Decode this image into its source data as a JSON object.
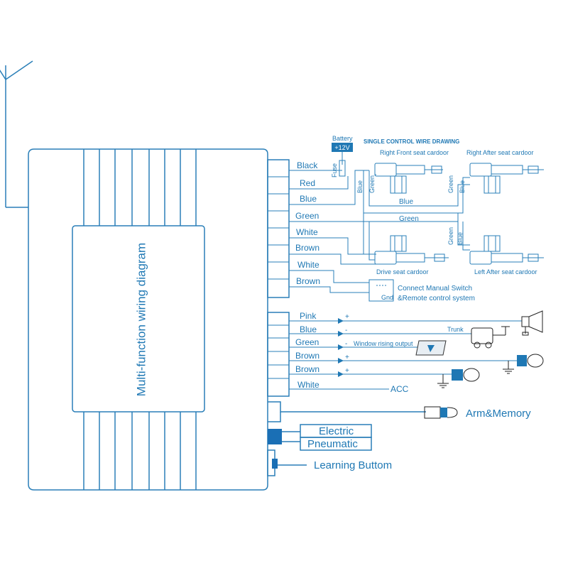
{
  "module_title": "Multi-function wiring diagram",
  "upper_wires": [
    "Black",
    "Red",
    "Blue",
    "Green",
    "White",
    "Brown",
    "White",
    "Brown"
  ],
  "lower_wires": [
    "Pink",
    "Blue",
    "Green",
    "Brown",
    "Brown",
    "White"
  ],
  "battery": {
    "label": "Battery",
    "voltage": "+12V",
    "fuse": "Fuse"
  },
  "single_control_title": "SINGLE CONTROL WIRE DRAWING",
  "actuators": {
    "right_front": "Right Front seat cardoor",
    "right_after": "Right After seat cardoor",
    "drive": "Drive seat cardoor",
    "left_after": "Left  After seat cardoor"
  },
  "harness_labels": {
    "blue": "Blue",
    "green": "Green"
  },
  "manual_switch": {
    "line1": "Connect Manual Switch",
    "line2": "&Remote control system",
    "gnd": "Gnd"
  },
  "outputs": {
    "trunk": "Trunk",
    "window": "Window rising output",
    "acc": "ACC"
  },
  "polarity": {
    "plus": "+",
    "minus": "-"
  },
  "arm_memory": "Arm&Memory",
  "electric": "Electric",
  "pneumatic": "Pneumatic",
  "learning": "Learning Buttom",
  "colors": {
    "line": "#2a7fb8",
    "text": "#1f78b4",
    "accent": "#1a6fb5",
    "battery_fill": "#1f78b4"
  }
}
